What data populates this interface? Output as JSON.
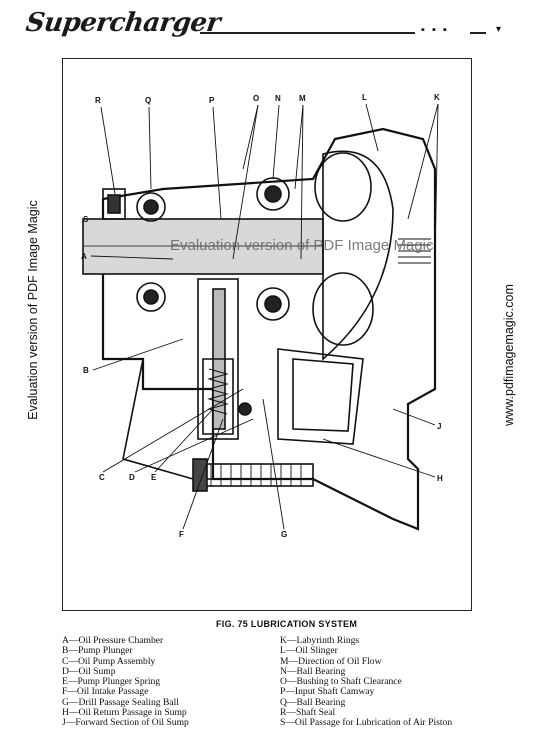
{
  "header": {
    "title": "Supercharger",
    "page_marks": "▪ ▪ ▪",
    "corner_mark": "▾"
  },
  "watermarks": {
    "left": "Evaluation version of PDF Image Magic",
    "right": "www.pdfimagemagic.com",
    "center": "Evaluation version of PDF Image Magic"
  },
  "figure": {
    "caption": "FIG. 75 LUBRICATION SYSTEM",
    "callouts": [
      "R",
      "Q",
      "P",
      "O",
      "N",
      "M",
      "L",
      "K",
      "S",
      "A",
      "B",
      "C",
      "D",
      "E",
      "F",
      "G",
      "H",
      "J"
    ]
  },
  "legend": {
    "left": [
      "A—Oil Pressure Chamber",
      "B—Pump Plunger",
      "C—Oil Pump Assembly",
      "D—Oil Sump",
      "E—Pump Plunger Spring",
      "F—Oil Intake Passage",
      "G—Drill Passage Sealing Ball",
      "H—Oil Return Passage in Sump",
      "J—Forward Section of Oil Sump"
    ],
    "right": [
      "K—Labyrinth Rings",
      "L—Oil Slinger",
      "M—Direction of Oil Flow",
      "N—Ball Bearing",
      "O—Bushing to Shaft Clearance",
      "P—Input Shaft Camway",
      "Q—Ball Bearing",
      "R—Shaft Seal",
      "S—Oil Passage for Lubrication of Air Piston"
    ]
  }
}
